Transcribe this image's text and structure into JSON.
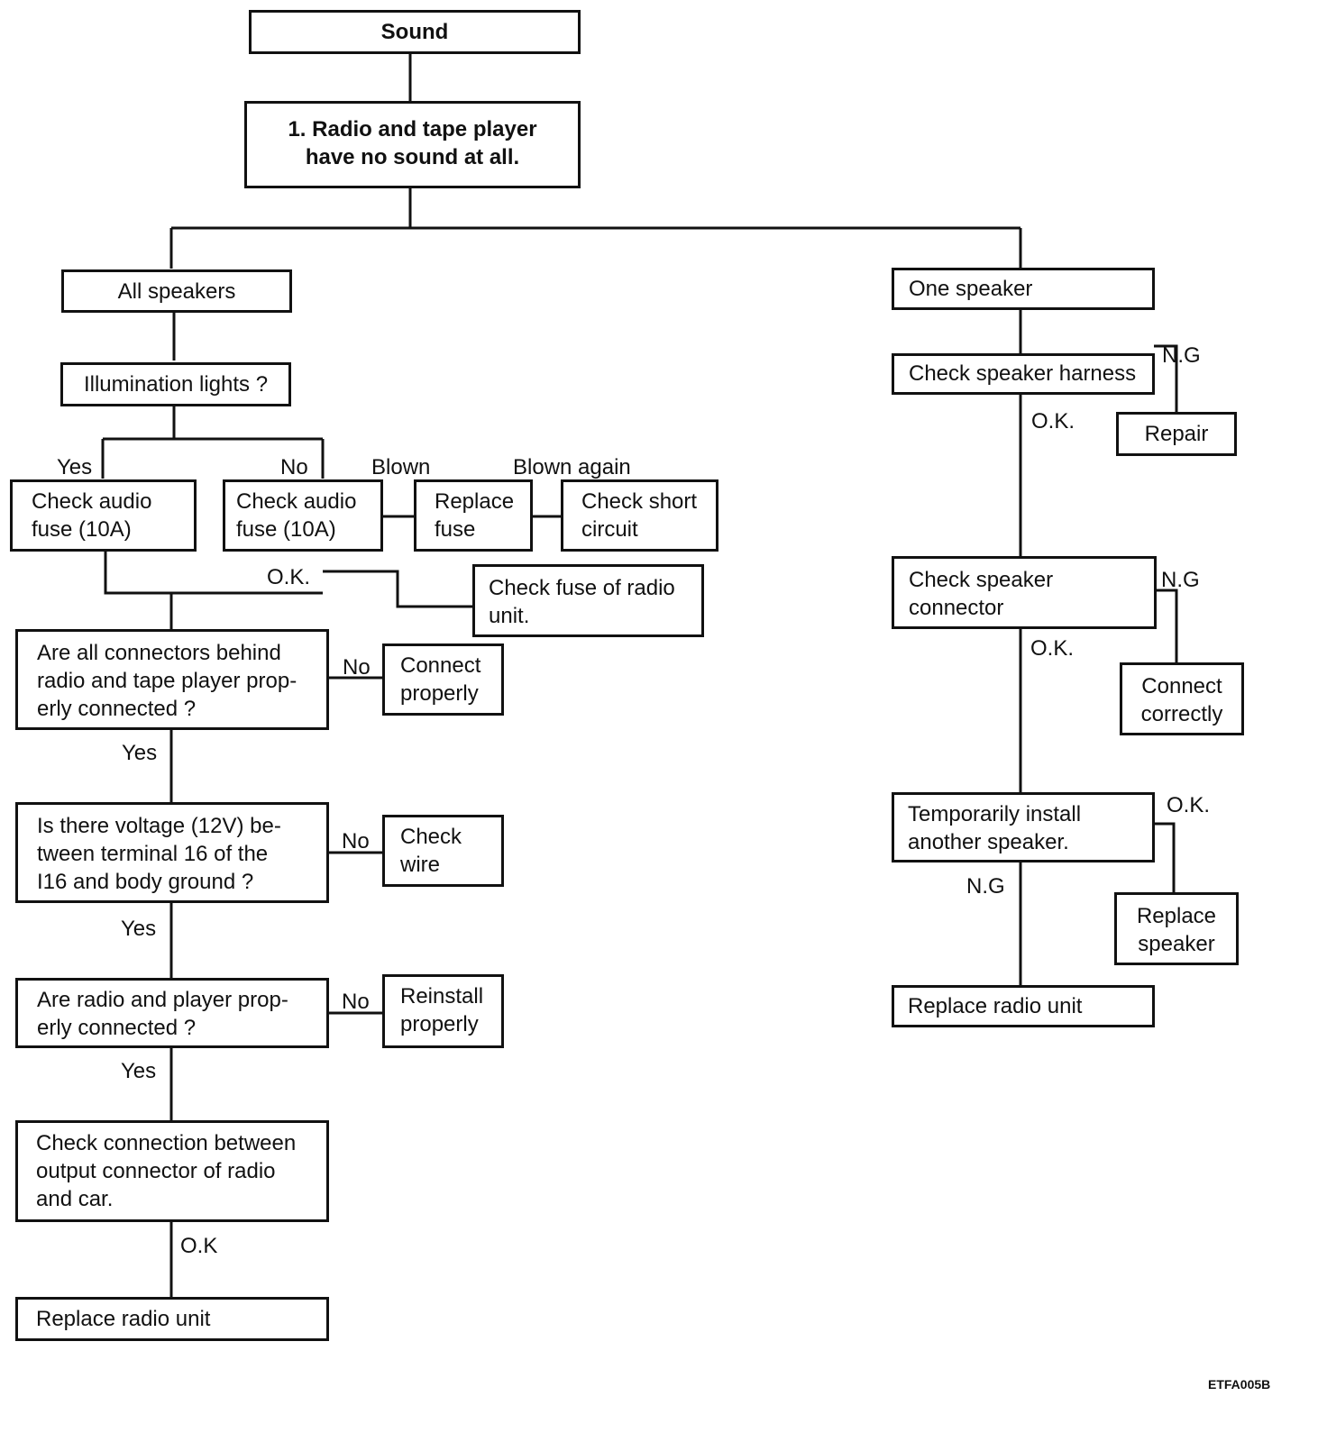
{
  "title": "Sound",
  "symptom": "1. Radio and tape player\nhave no sound at all.",
  "left": {
    "all_speakers": "All speakers",
    "illumination": "Illumination lights ?",
    "check_fuse_yes": "Check audio\nfuse (10A)",
    "check_fuse_no": "Check audio\nfuse (10A)",
    "replace_fuse": "Replace\nfuse",
    "check_short": "Check short\ncircuit",
    "check_fuse_radio": "Check fuse of radio\nunit.",
    "connectors_q": "Are all connectors behind\nradio and tape player prop-\nerly connected ?",
    "connect_properly": "Connect\nproperly",
    "voltage_q": "Is there voltage (12V) be-\ntween terminal 16 of the\nI16 and body ground ?",
    "check_wire": "Check\nwire",
    "radio_connected_q": "Are radio and player prop-\nerly connected ?",
    "reinstall": "Reinstall\nproperly",
    "check_connection": "Check connection between\noutput connector of radio\nand car.",
    "replace_radio": "Replace radio unit"
  },
  "right": {
    "one_speaker": "One speaker",
    "check_harness": "Check speaker harness",
    "repair": "Repair",
    "check_connector": "Check speaker\nconnector",
    "connect_correctly": "Connect\ncorrectly",
    "temp_install": "Temporarily install\nanother speaker.",
    "replace_speaker": "Replace\nspeaker",
    "replace_radio": "Replace radio unit"
  },
  "labels": {
    "yes": "Yes",
    "no": "No",
    "blown": "Blown",
    "blown_again": "Blown again",
    "ok_dot": "O.K.",
    "ok_nodot": "O.K",
    "ng": "N.G"
  },
  "figure_code": "ETFA005B"
}
